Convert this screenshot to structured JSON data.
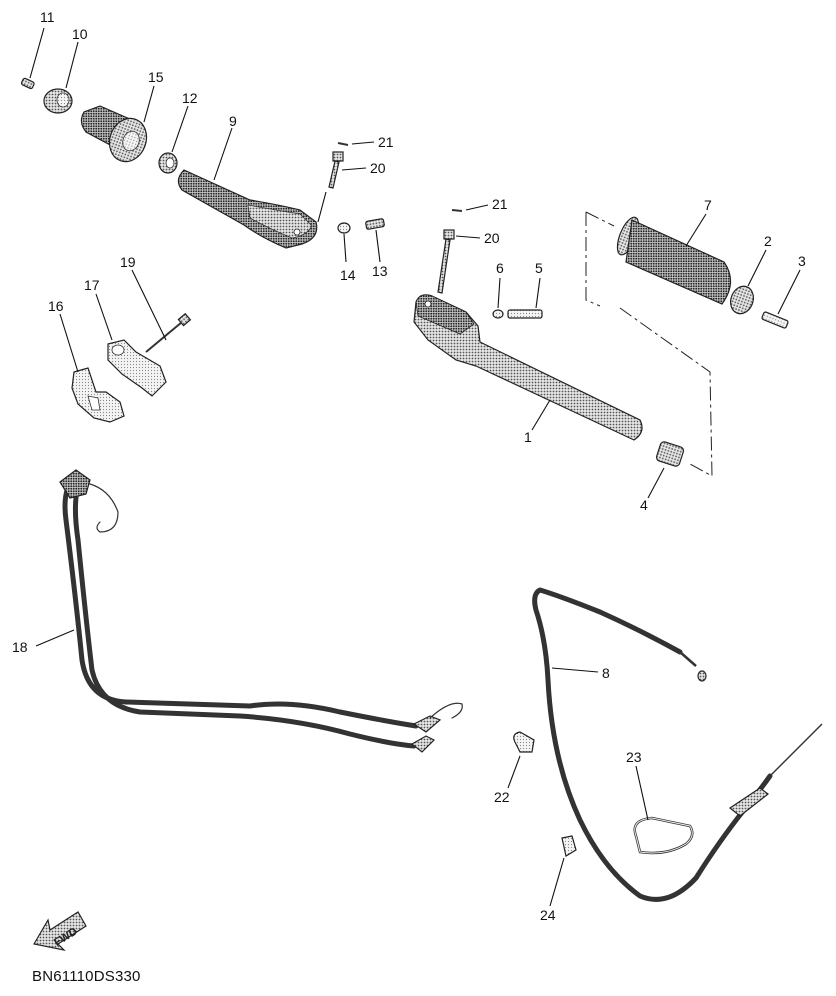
{
  "diagram": {
    "code": "BN61110DS330",
    "fwd_label": "FWD",
    "callouts": {
      "c1": "1",
      "c2": "2",
      "c3": "3",
      "c4": "4",
      "c5": "5",
      "c6": "6",
      "c7": "7",
      "c8": "8",
      "c9": "9",
      "c10": "10",
      "c11": "11",
      "c12": "12",
      "c13": "13",
      "c14": "14",
      "c15": "15",
      "c16": "16",
      "c17": "17",
      "c18": "18",
      "c19": "19",
      "c20a": "20",
      "c20b": "20",
      "c21a": "21",
      "c21b": "21",
      "c22": "22",
      "c23": "23",
      "c24": "24"
    }
  }
}
